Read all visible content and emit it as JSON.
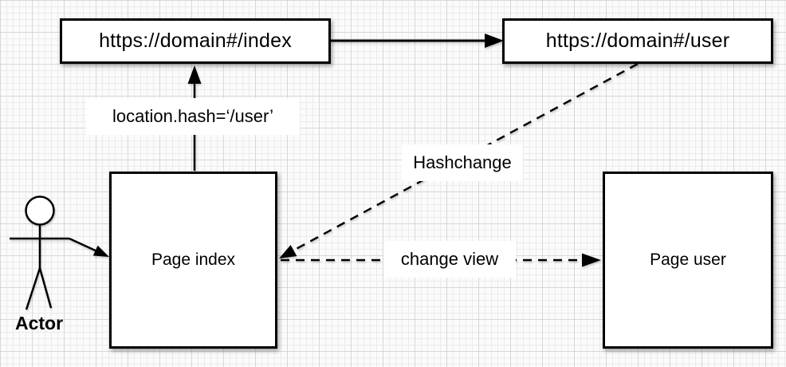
{
  "diagram": {
    "title": "hash routing diagram",
    "nodes": {
      "url_index": {
        "label": "https://domain#/index"
      },
      "url_user": {
        "label": "https://domain#/user"
      },
      "page_index": {
        "label": "Page index"
      },
      "page_user": {
        "label": "Page user"
      }
    },
    "edge_labels": {
      "location_hash": "location.hash=‘/user’",
      "hashchange": "Hashchange",
      "change_view": "change view"
    },
    "actor": {
      "label": "Actor"
    },
    "icons": {
      "actor_figure": "stick-person-icon"
    },
    "colors": {
      "line": "#000000",
      "node_border": "#000000",
      "node_bg": "#ffffff",
      "label_bg": "#ffffff",
      "text": "#000000",
      "canvas_bg": "#fbfbfb",
      "grid_minor": "#ebebeb",
      "grid_major": "#d7d7d7"
    }
  }
}
